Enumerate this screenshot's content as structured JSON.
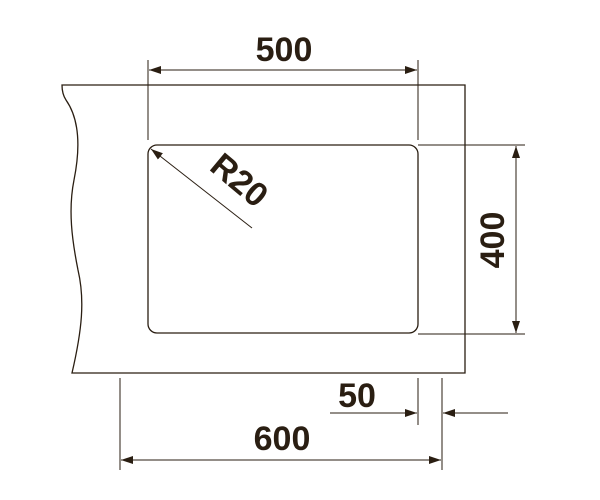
{
  "dimensions": {
    "bowl_width": "500",
    "bowl_height": "400",
    "corner_radius": "R20",
    "edge_offset": "50",
    "cabinet_width": "600"
  },
  "colors": {
    "ink": "#2a1e12",
    "background": "#ffffff"
  }
}
